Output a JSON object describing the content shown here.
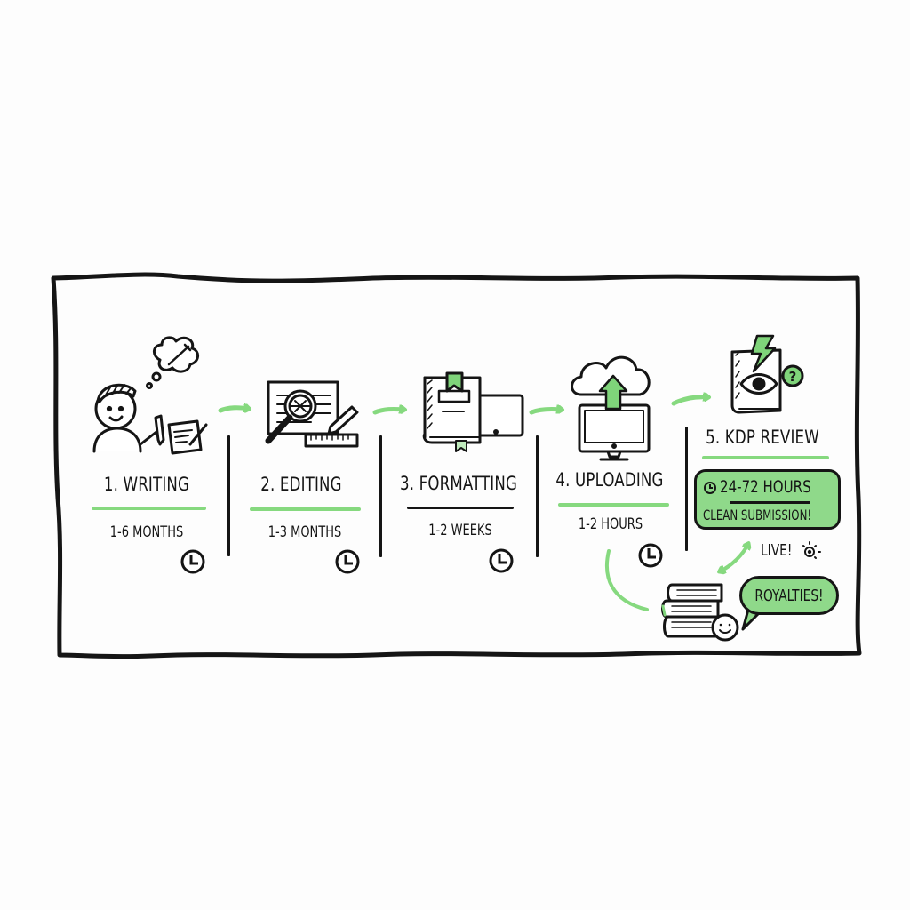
{
  "colors": {
    "accent": "#86d97f",
    "accent_fill": "#8fd98a",
    "ink": "#151515",
    "background": "#fdfdfd"
  },
  "steps": [
    {
      "number": "1.",
      "title": "1. WRITING",
      "duration": "1-6 MONTHS",
      "icon": "writer-with-notebook-icon",
      "underline": "green"
    },
    {
      "number": "2.",
      "title": "2. EDITING",
      "duration": "1-3 MONTHS",
      "icon": "magnifier-document-icon",
      "underline": "green"
    },
    {
      "number": "3.",
      "title": "3. FORMATTING",
      "duration": "1-2 WEEKS",
      "icon": "book-and-tablet-icon",
      "underline": "black"
    },
    {
      "number": "4.",
      "title": "4. UPLOADING",
      "duration": "1-2 HOURS",
      "icon": "cloud-upload-monitor-icon",
      "underline": "green"
    },
    {
      "number": "5.",
      "title": "5. KDP REVIEW",
      "duration": "24-72 HOURS",
      "note": "CLEAN SUBMISSION!",
      "icon": "book-review-eye-icon",
      "underline": "green"
    }
  ],
  "outcome": {
    "live_label": "LIVE!",
    "royalties_label": "ROYALTIES!"
  }
}
